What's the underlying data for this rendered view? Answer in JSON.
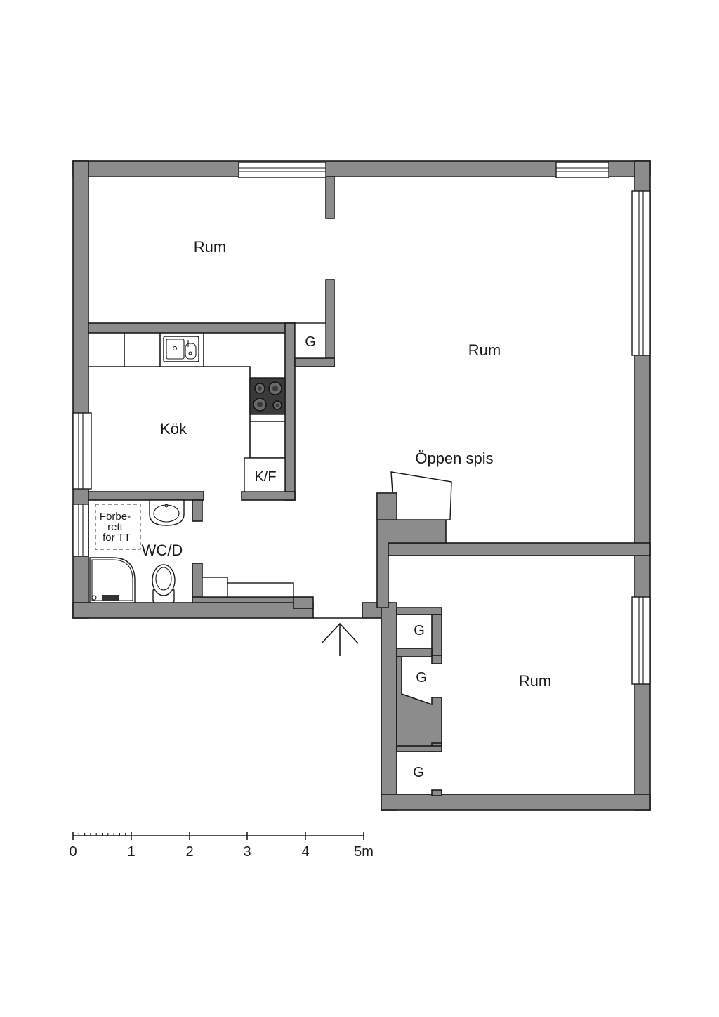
{
  "rooms": {
    "rum_top_left": "Rum",
    "rum_large": "Rum",
    "rum_bottom": "Rum",
    "kok": "Kök",
    "wc": "WC/D",
    "fireplace": "Öppen spis"
  },
  "fixtures": {
    "closet_kitchen": "G",
    "closet_1": "G",
    "closet_2": "G",
    "closet_3": "G",
    "fridge": "K/F",
    "prepared_line1": "Förbe-",
    "prepared_line2": "rett",
    "prepared_line3": "för TT"
  },
  "scale": {
    "ticks": [
      "0",
      "1",
      "2",
      "3",
      "4",
      "5m"
    ]
  }
}
